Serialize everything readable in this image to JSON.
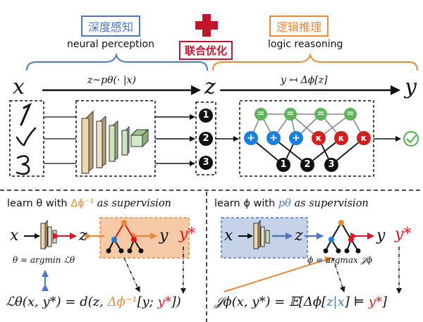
{
  "top": {
    "perception_cn": "深度感知",
    "perception_en": "neural perception",
    "joint_cn": "联合优化",
    "reasoning_cn": "逻辑推理",
    "reasoning_en": "logic reasoning"
  },
  "pipeline": {
    "x": "x",
    "z": "z",
    "y": "y",
    "perception_formula": "z~pθ(· |x)",
    "reasoning_formula": "y ↤ Δϕ[z]",
    "inputs": [
      "1",
      "✓",
      "3"
    ],
    "z_values": [
      "1",
      "2",
      "3"
    ],
    "tree_leaves": [
      "1",
      "2",
      "3"
    ],
    "tree_top_symbols": [
      "=",
      "=",
      "=",
      "="
    ],
    "tree_plus_symbols": [
      "+",
      "+",
      "+"
    ],
    "tree_k_symbols": [
      "κ",
      "κ",
      "κ"
    ]
  },
  "bottom_left": {
    "title_pre": "learn θ with ",
    "title_delta": "Δϕ⁻¹",
    "title_post": " as supervision",
    "x": "x",
    "z": "z",
    "y": "y",
    "ystar": "y*",
    "argmin": "θ = argmin ℒθ",
    "loss_lhs": "ℒθ(x, y*) = d(z, ",
    "loss_delta": "Δϕ⁻¹",
    "loss_bracket": "[y; ",
    "loss_ystar": "y*",
    "loss_end": "])"
  },
  "bottom_right": {
    "title_pre": "learn ϕ with ",
    "title_p": "pθ",
    "title_post": " as supervision",
    "x": "x",
    "z": "z",
    "y": "y",
    "ystar": "y*",
    "argmax": "ϕ = argmax 𝒥ϕ",
    "obj_lhs": "𝒥ϕ(x, y*) = 𝔼[Δϕ[",
    "obj_zx": "z|x",
    "obj_mid": "] ⊨ ",
    "obj_ystar": "y*",
    "obj_end": "]"
  },
  "colors": {
    "blue": "#4a78c4",
    "orange": "#e98a3a",
    "red": "#e3141d",
    "green": "#5fb35a"
  }
}
